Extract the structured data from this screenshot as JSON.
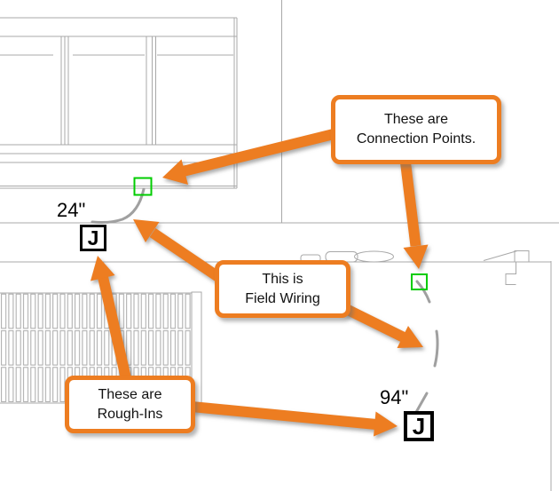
{
  "drawing": {
    "dimension_labels": {
      "wire_24": "24\"",
      "wire_94": "94\""
    },
    "junction_box_letter": "J"
  },
  "callouts": {
    "connection_points": {
      "line1": "These are",
      "line2": "Connection Points."
    },
    "field_wiring": {
      "line1": "This is",
      "line2": "Field Wiring"
    },
    "rough_ins": {
      "line1": "These are",
      "line2": "Rough-Ins"
    }
  },
  "colors": {
    "annotation_orange": "#ED7D21",
    "connection_point_green": "#00CC00",
    "wire_gray": "#A0A0A0",
    "linework_gray": "#A8A8A8",
    "text_black": "#111111"
  }
}
